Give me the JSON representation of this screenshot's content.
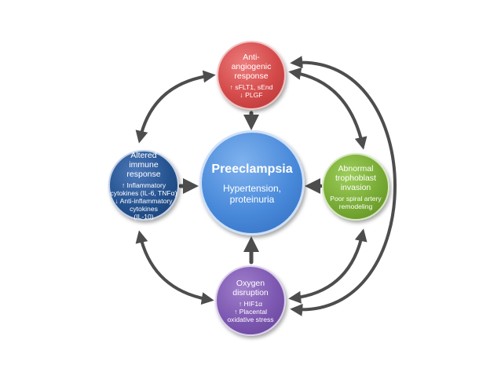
{
  "nodes": {
    "top": {
      "title": "Anti-\nangiogenic\nresponse",
      "detail": "↑ sFLT1, sEnd\n↓ PLGF"
    },
    "left": {
      "title": "Altered\nimmune\nresponse",
      "detail": "↑ Inflammatory\ncytokines (IL-6, TNFα)\n↓ Anti-inflammatory\ncytokines\n(IL-10)"
    },
    "right": {
      "title": "Abnormal\ntrophoblast\ninvasion",
      "detail": "Poor spiral artery\nremodeling"
    },
    "bottom": {
      "title": "Oxygen\ndisruption",
      "detail": "↑ HIF1α\n↑ Placental\noxidative stress"
    },
    "center": {
      "title": "Preeclampsia",
      "detail": "Hypertension,\nproteinuria"
    }
  },
  "colors": {
    "arrow": "#4d4d4d",
    "top": "#d44a4a",
    "left": "#24528f",
    "right": "#78ab35",
    "bottom": "#7d58b1",
    "center": "#4a8ada"
  }
}
